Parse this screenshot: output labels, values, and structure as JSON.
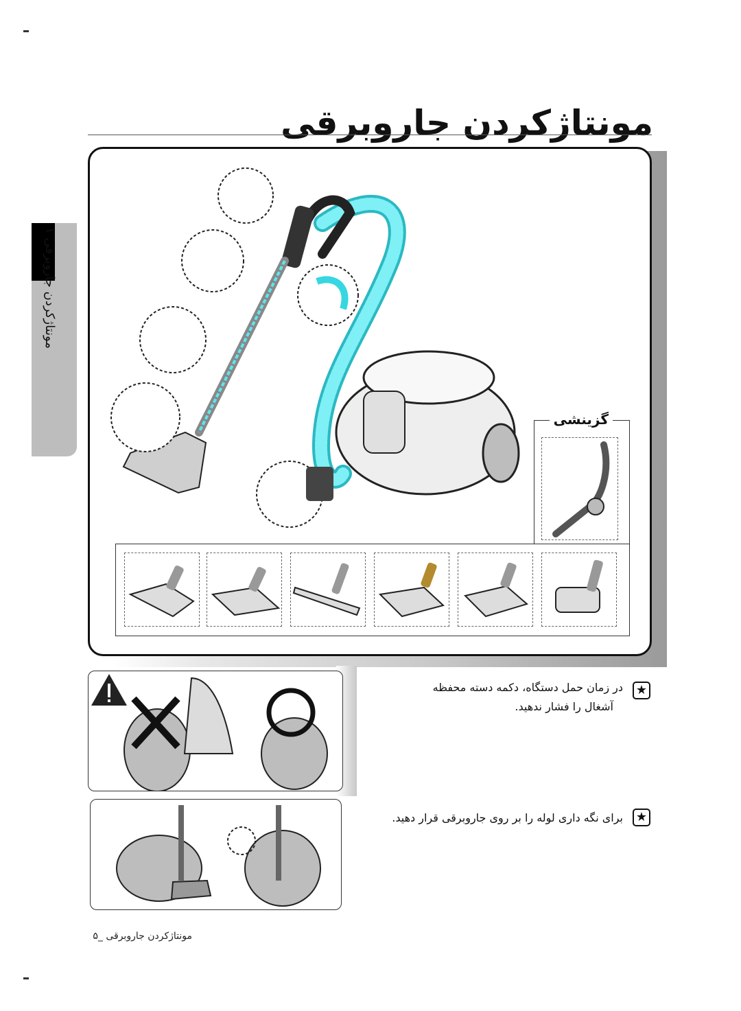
{
  "page": {
    "title": "مونتاژکردن جاروبرقی",
    "side_tab": "مونتاژکردن جاروبرقی ۱",
    "misc_label": "گزینشی",
    "footer": "مونتاژکردن جاروبرقی _۵"
  },
  "notes": [
    {
      "icon": "star-icon",
      "lines": [
        "در زمان حمل دستگاه، دکمه دسته محفظه",
        "آشغال را فشار ندهید."
      ]
    },
    {
      "icon": "star-icon",
      "lines": [
        "برای نگه داری لوله را بر روی جاروبرقی قرار دهید."
      ]
    }
  ],
  "colors": {
    "hose": "#3fe0e8",
    "frame": "#111111",
    "shadow": "#9a9a9a"
  }
}
